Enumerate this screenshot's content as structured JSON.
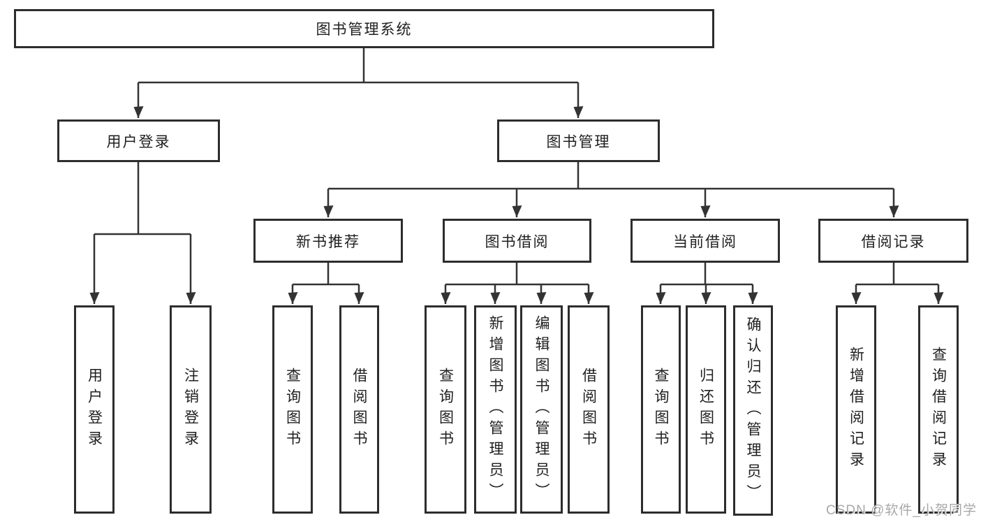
{
  "diagram": {
    "title_node": "图书管理系统",
    "level2": {
      "user_login": "用户登录",
      "book_mgmt": "图书管理"
    },
    "level3": {
      "new_book_rec": "新书推荐",
      "book_borrow": "图书借阅",
      "current_borrow": "当前借阅",
      "borrow_records": "借阅记录"
    },
    "leaves": {
      "user_login": "用户登录",
      "logout": "注销登录",
      "nbr_query_books": "查询图书",
      "nbr_borrow_books": "借阅图书",
      "bb_query_books": "查询图书",
      "bb_add_books_admin": "新增图书（管理员）",
      "bb_edit_books_admin": "编辑图书（管理员）",
      "bb_borrow_books": "借阅图书",
      "cb_query_books": "查询图书",
      "cb_return_books": "归还图书",
      "cb_confirm_return_admin": "确认归还（管理员）",
      "br_add_record": "新增借阅记录",
      "br_query_record": "查询借阅记录"
    }
  },
  "colors": {
    "line": "#333333",
    "border": "#2d2d2d",
    "text": "#1f1f1f",
    "watermark": "#a8a8a8",
    "background": "#ffffff"
  },
  "watermark": {
    "text": "CSDN @软件_小贺同学"
  }
}
